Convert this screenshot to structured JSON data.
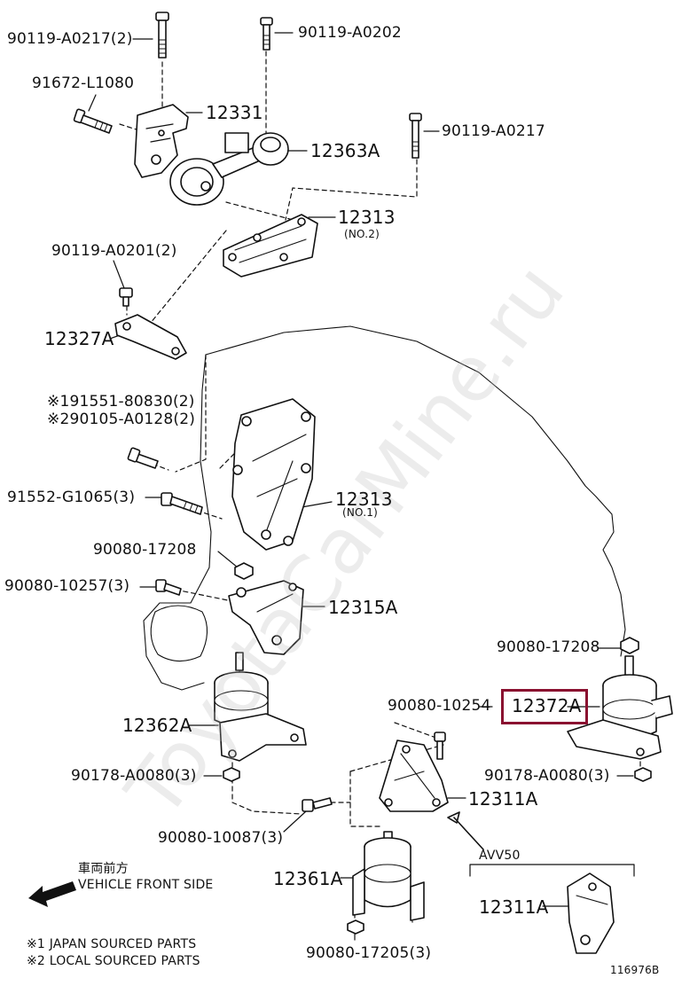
{
  "watermark": "ToyotaCarMine.ru",
  "labels": {
    "b_90119_a0217_2": "90119-A0217(2)",
    "b_90119_a0202": "90119-A0202",
    "b_91672_l1080": "91672-L1080",
    "p_12331": "12331",
    "p_12363a": "12363A",
    "b_90119_a0217": "90119-A0217",
    "p_12313_no2": "12313",
    "p_12313_no2_sub": "(NO.2)",
    "b_90119_a0201_2": "90119-A0201(2)",
    "p_12327a": "12327A",
    "b_91551_80830_2": "※191551-80830(2)",
    "b_90105_a0128_2": "※290105-A0128(2)",
    "b_91552_g1065_3": "91552-G1065(3)",
    "p_12313_no1": "12313",
    "p_12313_no1_sub": "(NO.1)",
    "n_90080_17208_a": "90080-17208",
    "b_90080_10257_3": "90080-10257(3)",
    "p_12315a": "12315A",
    "n_90080_17208_b": "90080-17208",
    "p_12372a": "12372A",
    "b_90080_10254": "90080-10254",
    "p_12362a": "12362A",
    "n_90178_a0080_3_a": "90178-A0080(3)",
    "n_90178_a0080_3_b": "90178-A0080(3)",
    "p_12311a_a": "12311A",
    "b_90080_10087_3": "90080-10087(3)",
    "front_jp": "車両前方",
    "front_en": "VEHICLE FRONT SIDE",
    "avv50": "AVV50",
    "p_12361a": "12361A",
    "p_12311a_b": "12311A",
    "n_90080_17205_3": "90080-17205(3)",
    "note1": "※1 JAPAN SOURCED PARTS",
    "note2": "※2 LOCAL SOURCED PARTS",
    "diagram_code": "116976B"
  },
  "highlight_color": "#8a1030"
}
